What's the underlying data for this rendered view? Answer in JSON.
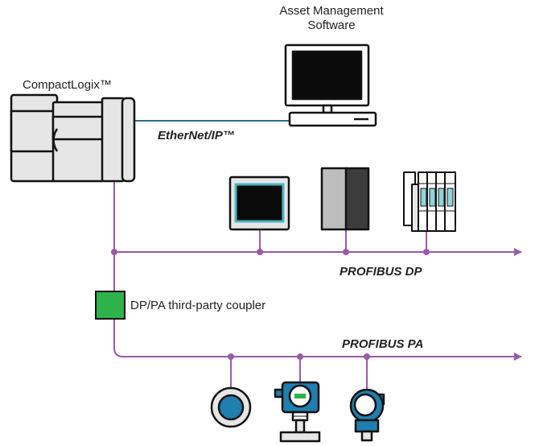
{
  "labels": {
    "asset_software_line1": "Asset Management",
    "asset_software_line2": "Software",
    "controller": "CompactLogix™",
    "ethernet": "EtherNet/IP™",
    "profibus_dp": "PROFIBUS DP",
    "coupler": "DP/PA third-party coupler",
    "profibus_pa": "PROFIBUS PA"
  },
  "colors": {
    "ethernet_line": "#2f6e8e",
    "profibus_line": "#9a5aa8",
    "device_outline": "#111111",
    "controller_fill": "#e6e6e6",
    "coupler_fill": "#2db34a",
    "instrument_blue": "#1f7fae",
    "hmi_screen_border": "#49b6c4",
    "io_module_teal": "#8fd3db"
  },
  "icons": [
    "controller-icon",
    "computer-icon",
    "hmi-panel-icon",
    "drive-icon",
    "io-rack-icon",
    "coupler-icon",
    "round-sensor-icon",
    "transmitter-icon",
    "pressure-transmitter-icon"
  ]
}
